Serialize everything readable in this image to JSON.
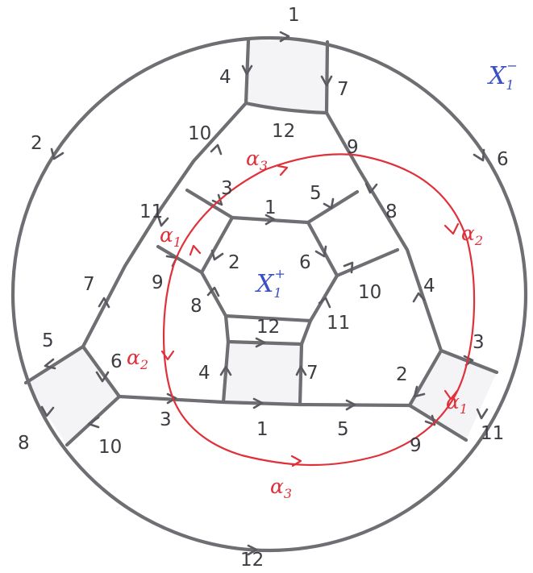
{
  "colors": {
    "edge": "#6e6e73",
    "curve": "#e0303a",
    "region_label": "#3a4fc4"
  },
  "region_labels": {
    "inner": {
      "base": "X",
      "sub": "1",
      "sup": "+"
    },
    "outer": {
      "base": "X",
      "sub": "1",
      "sup": "−"
    }
  },
  "edge_labels": {
    "outer_top": "1",
    "outer_left": "2",
    "outer_right": "6",
    "outer_bottom": "12",
    "top_square_left": "4",
    "top_square_right": "7",
    "top_square_bottom": "12",
    "top_left_rib": "10",
    "top_right_rib": "9",
    "left_upper": "11",
    "left_spoke": "3",
    "right_spoke": "5",
    "right_upper": "8",
    "hex_top": "1",
    "hex_upper_left": "2",
    "hex_upper_right": "6",
    "hex_lower_left": "8",
    "hex_lower_right": "11",
    "hex_bottom": "12",
    "left_mid_spoke": "9",
    "right_mid_spoke": "10",
    "left_lower_rib": "7",
    "right_lower_rib": "4",
    "left_square_top": "5",
    "left_square_right": "6",
    "left_square_bottom": "10",
    "left_square_outer": "8",
    "inner_square_left": "4",
    "inner_square_right": "7",
    "base_left": "3",
    "base_middle": "1",
    "base_right": "5",
    "right_square_top": "3",
    "right_square_left": "2",
    "right_square_bottom": "9",
    "right_square_outer": "11"
  },
  "curves": [
    {
      "name": "alpha-3",
      "labels": [
        {
          "base": "α",
          "sub": "3"
        },
        {
          "base": "α",
          "sub": "3"
        }
      ]
    },
    {
      "name": "alpha-1",
      "labels": [
        {
          "base": "α",
          "sub": "1"
        },
        {
          "base": "α",
          "sub": "1"
        }
      ]
    },
    {
      "name": "alpha-2",
      "labels": [
        {
          "base": "α",
          "sub": "2"
        },
        {
          "base": "α",
          "sub": "2"
        }
      ]
    }
  ]
}
